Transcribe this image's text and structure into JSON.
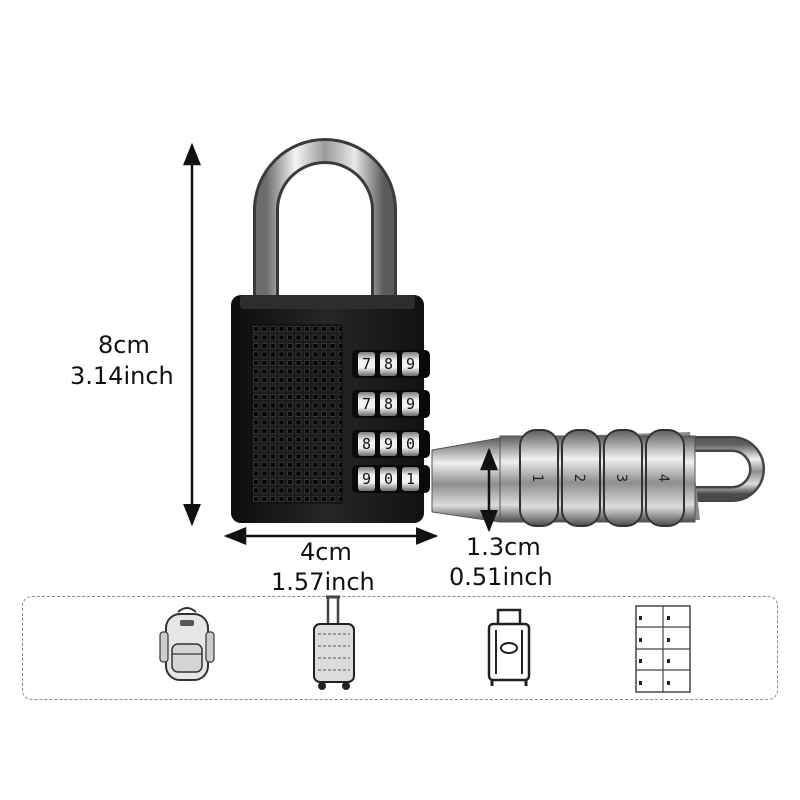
{
  "dimensions": {
    "height_cm": "8cm",
    "height_in": "3.14inch",
    "width_cm": "4cm",
    "width_in": "1.57inch",
    "thickness_cm": "1.3cm",
    "thickness_in": "0.51inch"
  },
  "dials": {
    "front_rows": [
      [
        "7",
        "8",
        "9"
      ],
      [
        "7",
        "8",
        "9"
      ],
      [
        "8",
        "9",
        "0"
      ],
      [
        "9",
        "0",
        "1"
      ]
    ],
    "side_rows": [
      "1",
      "2",
      "3",
      "4"
    ]
  },
  "uses": [
    {
      "icon": "backpack-icon"
    },
    {
      "icon": "trolley-suitcase-icon"
    },
    {
      "icon": "luggage-icon"
    },
    {
      "icon": "locker-icon"
    }
  ],
  "colors": {
    "lock_body": "#1a1a1a",
    "arrow": "#111111",
    "panel_border": "#8a8a8a"
  }
}
